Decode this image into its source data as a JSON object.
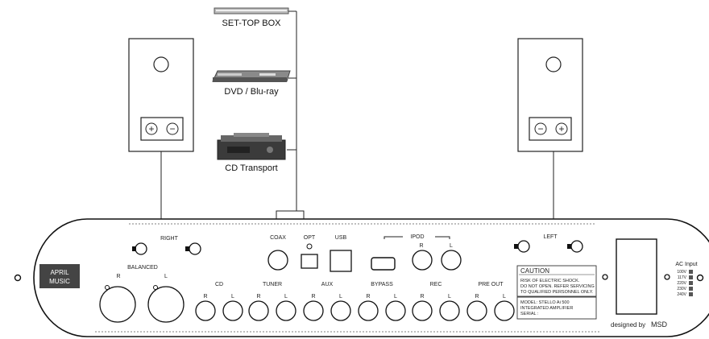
{
  "sources": {
    "settop": "SET-TOP BOX",
    "dvd": "DVD / Blu-ray",
    "cd": "CD Transport"
  },
  "speaker_signs": {
    "plus": "+",
    "minus": "−"
  },
  "brand": {
    "line1": "APRIL",
    "line2": "MUSIC"
  },
  "panel": {
    "right": "RIGHT",
    "left": "LEFT",
    "balanced": "BALANCED",
    "bal_r": "R",
    "bal_l": "L",
    "coax": "COAX",
    "opt": "OPT",
    "usb": "USB",
    "ipod": "IPOD",
    "ipod_r": "R",
    "ipod_l": "L",
    "groups": [
      "CD",
      "TUNER",
      "AUX",
      "BYPASS",
      "REC",
      "PRE OUT"
    ],
    "r": "R",
    "l": "L"
  },
  "caution": {
    "title": "CAUTION",
    "lines": [
      "RISK OF ELECTRIC SHOCK.",
      "DO NOT OPEN. REFER SERVICING",
      "TO QUALIFIED PERSONNEL ONLY."
    ]
  },
  "model": {
    "lines": [
      "MODEL: STELLO Ai 500",
      "INTEGRATED AMPLIFIER",
      "SERIAL :"
    ]
  },
  "designed": {
    "prefix": "designed by",
    "name": "MSD"
  },
  "ac": {
    "title": "AC Input",
    "options": [
      "100V",
      "117V",
      "220V",
      "230V",
      "240V"
    ]
  }
}
